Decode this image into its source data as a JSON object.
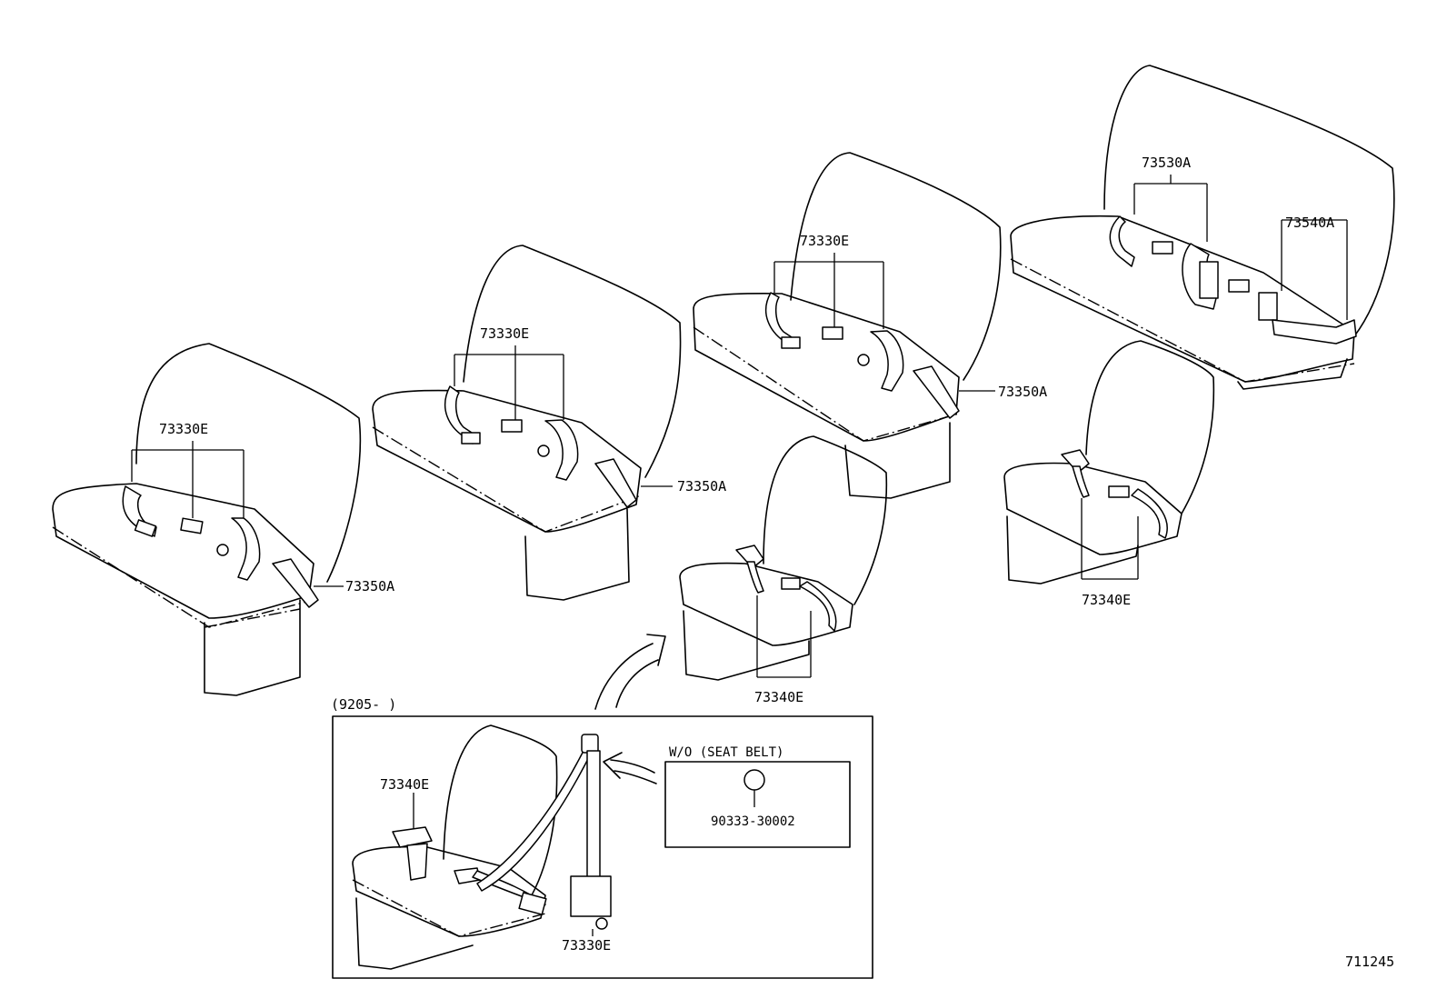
{
  "figure_id": "711245",
  "callouts": {
    "seat1_belts": "73330E",
    "seat1_lap": "73350A",
    "seat2_belts": "73330E",
    "seat2_lap": "73350A",
    "seat3_belts": "73330E",
    "seat3_lap": "73350A",
    "rear_center": "73530A",
    "rear_side": "73540A",
    "front_mid_belts": "73340E",
    "front_right_belts": "73340E",
    "inset_buckle": "73340E",
    "inset_retractor": "73330E",
    "plug_part": "90333-30002"
  },
  "inset": {
    "date_range": "(9205-        )",
    "note_title": "W/O (SEAT BELT)"
  }
}
